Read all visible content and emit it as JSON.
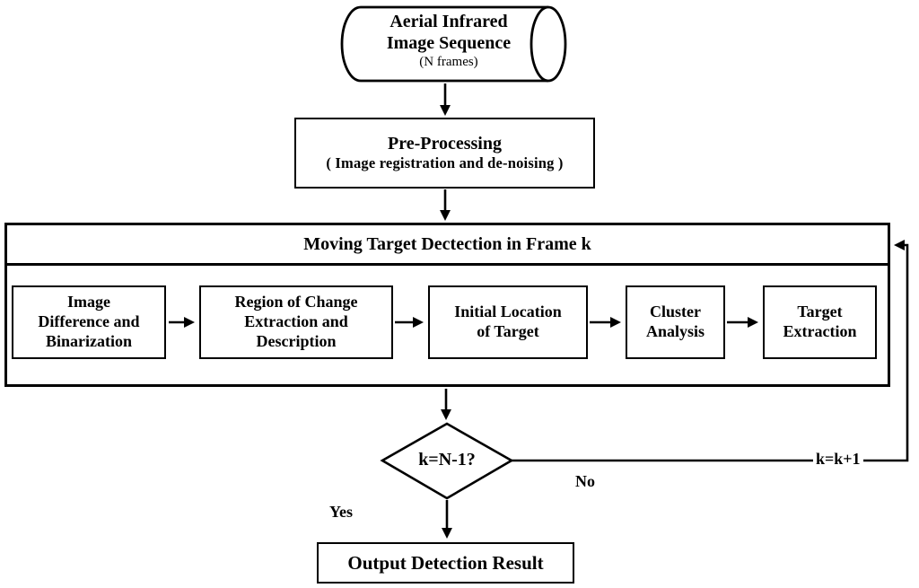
{
  "colors": {
    "ink": "#000000",
    "background": "#ffffff"
  },
  "flowchart": {
    "source": {
      "lines": [
        "Aerial Infrared",
        "Image Sequence"
      ],
      "subtitle": "(N frames)"
    },
    "preprocess": {
      "title": "Pre-Processing",
      "subtitle": "( Image registration and de-noising )"
    },
    "detection": {
      "title": "Moving Target Dectection in Frame k",
      "steps": [
        {
          "lines": [
            "Image",
            "Difference and",
            "Binarization"
          ]
        },
        {
          "lines": [
            "Region of Change",
            "Extraction and",
            "Description"
          ]
        },
        {
          "lines": [
            "Initial Location",
            "of Target"
          ]
        },
        {
          "lines": [
            "Cluster",
            "Analysis"
          ]
        },
        {
          "lines": [
            "Target",
            "Extraction"
          ]
        }
      ]
    },
    "decision": {
      "label": "k=N-1?"
    },
    "edge_labels": {
      "yes": "Yes",
      "no": "No",
      "increment": "k=k+1"
    },
    "output": {
      "label": "Output Detection Result"
    }
  }
}
